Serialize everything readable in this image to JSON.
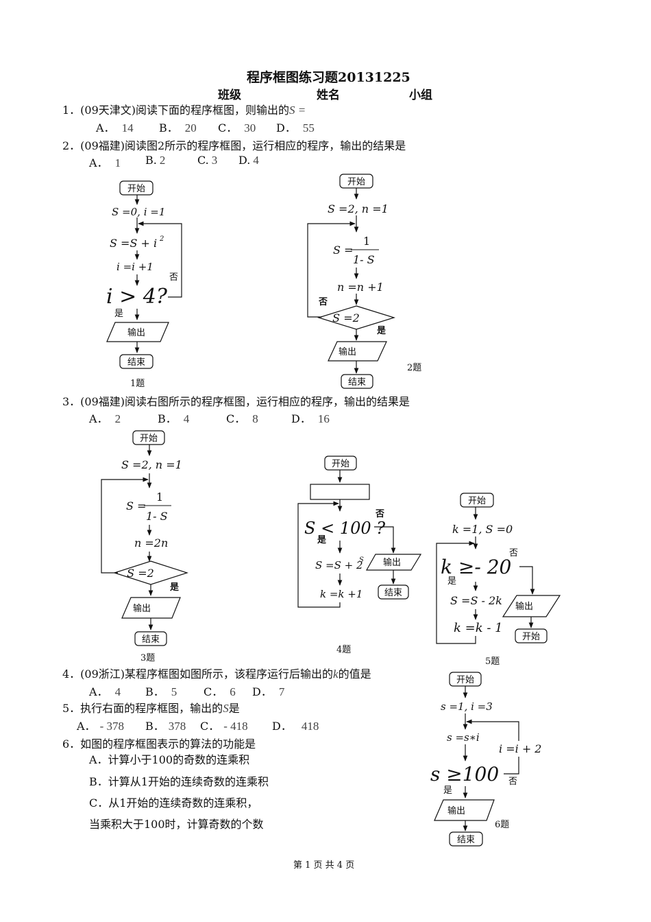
{
  "header": {
    "title": "程序框图练习题20131225",
    "class_label": "班级",
    "name_label": "姓名",
    "group_label": "小组"
  },
  "questions": [
    {
      "text": "1．(09天津文)阅读下面的程序框图，则输出的",
      "var": "S =",
      "options": [
        {
          "l": "A．",
          "v": "14"
        },
        {
          "l": "B．",
          "v": "20"
        },
        {
          "l": "C．",
          "v": "30"
        },
        {
          "l": "D．",
          "v": "55"
        }
      ]
    },
    {
      "text": "2．(09福建)阅读图2所示的程序框图，运行相应的程序，输出的结果是",
      "options": [
        {
          "l": "A．",
          "v": "1"
        },
        {
          "l": "B.",
          "v": "2"
        },
        {
          "l": "C.",
          "v": "3"
        },
        {
          "l": "D.",
          "v": "4"
        }
      ]
    },
    {
      "text": "3．(09福建)阅读右图所示的程序框图，运行相应的程序，输出的结果是",
      "options": [
        {
          "l": "A．",
          "v": "2"
        },
        {
          "l": "B．",
          "v": "4"
        },
        {
          "l": "C．",
          "v": "8"
        },
        {
          "l": "D．",
          "v": "16"
        }
      ]
    },
    {
      "text": "4．(09浙江)某程序框图如图所示，该程序运行后输出的",
      "var": "k",
      "tail": "的值是",
      "options": [
        {
          "l": "A．",
          "v": "4"
        },
        {
          "l": "B．",
          "v": "5"
        },
        {
          "l": "C．",
          "v": "6"
        },
        {
          "l": "D．",
          "v": "7"
        }
      ]
    },
    {
      "text": "5．执行右面的程序框图，输出的",
      "var": "S",
      "tail": "是",
      "options": [
        {
          "l": "A．",
          "v": "- 378"
        },
        {
          "l": "B．",
          "v": "378"
        },
        {
          "l": "C．",
          "v": "- 418"
        },
        {
          "l": "D．",
          "v": "418"
        }
      ]
    },
    {
      "text": "6．如图的程序框图表示的算法的功能是",
      "choices": [
        "A．计算小于100的奇数的连乘积",
        "B．计算从1开始的连续奇数的连乘积",
        "C．从1开始的连续奇数的连乘积，",
        "当乘积大于100时，计算奇数的个数"
      ]
    }
  ],
  "flow": {
    "start": "开始",
    "end": "结束",
    "output": "输出",
    "yes": "是",
    "no": "否",
    "f1": {
      "init": "S =0, i =1",
      "step1": "S =S + i",
      "exp": "2",
      "step2": "i =i +1",
      "cond": "i > 4?",
      "caption": "1题"
    },
    "f2": {
      "init": "S =2, n =1",
      "lhs": "S =",
      "num": "1",
      "den": "1- S",
      "step": "n =n +1",
      "cond": "S =2",
      "caption": "2题"
    },
    "f3": {
      "init": "S =2, n =1",
      "lhs": "S =",
      "num": "1",
      "den": "1- S",
      "step": "n =2n",
      "cond": "S =2",
      "caption": "3题"
    },
    "f4": {
      "cond": "S < 100 ?",
      "step1": "S =S + 2",
      "exp": "S",
      "step2": "k =k +1",
      "caption": "4题"
    },
    "f5": {
      "init": "k =1, S =0",
      "cond": "k ≥- 20",
      "step1": "S =S - 2k",
      "step2": "k =k - 1",
      "end_label": "开始",
      "caption": "5题"
    },
    "f6": {
      "init": "s =1, i =3",
      "step1": "s =s∗i",
      "step2": "i =i + 2",
      "cond": "s ≥100",
      "caption": "6题"
    }
  },
  "footer": "第 1 页 共 4 页"
}
